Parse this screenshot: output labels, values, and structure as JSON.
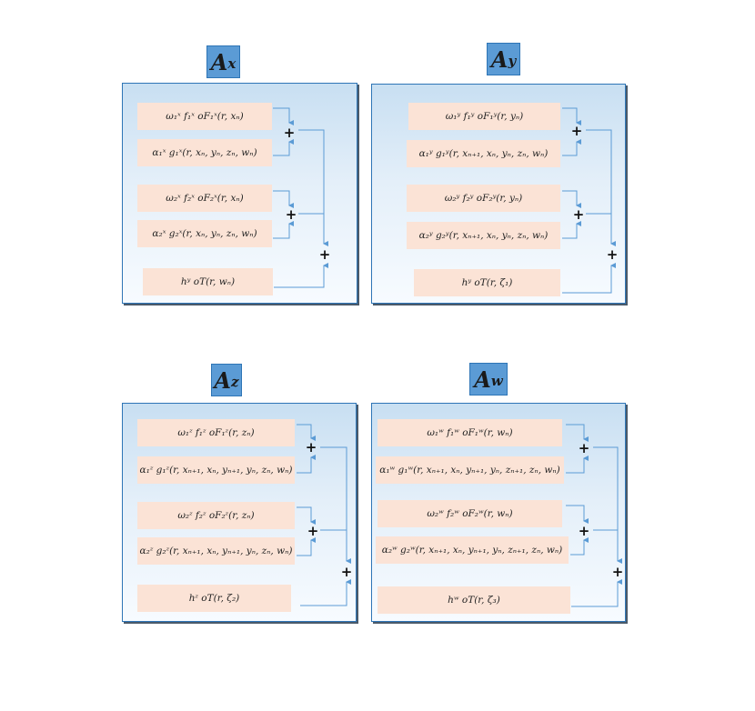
{
  "panels": {
    "x": {
      "title_main": "A",
      "title_sub": "x",
      "terms": [
        "ω₁ˣ f₁ˣ oF₁ˣ(r, xₙ)",
        "α₁ˣ g₁ˣ(r, xₙ, yₙ, zₙ, wₙ)",
        "ω₂ˣ f₂ˣ oF₂ˣ(r, xₙ)",
        "α₂ˣ g₂ˣ(r, xₙ, yₙ, zₙ, wₙ)",
        "hʸ oT(r, wₙ)"
      ],
      "plus": "+"
    },
    "y": {
      "title_main": "A",
      "title_sub": "y",
      "terms": [
        "ω₁ʸ f₁ʸ oF₁ʸ(r, yₙ)",
        "α₁ʸ g₁ʸ(r, xₙ₊₁, xₙ, yₙ, zₙ, wₙ)",
        "ω₂ʸ f₂ʸ oF₂ʸ(r, yₙ)",
        "α₂ʸ g₂ʸ(r, xₙ₊₁, xₙ, yₙ, zₙ, wₙ)",
        "hʸ oT(r, ζ₁)"
      ],
      "plus": "+"
    },
    "z": {
      "title_main": "A",
      "title_sub": "z",
      "terms": [
        "ω₁ᶻ f₁ᶻ oF₁ᶻ(r, zₙ)",
        "α₁ᶻ g₁ᶻ(r, xₙ₊₁, xₙ, yₙ₊₁, yₙ, zₙ, wₙ)",
        "ω₂ᶻ f₂ᶻ oF₂ᶻ(r, zₙ)",
        "α₂ᶻ g₂ᶻ(r, xₙ₊₁, xₙ, yₙ₊₁, yₙ, zₙ, wₙ)",
        "hᶻ oT(r, ζ₂)"
      ],
      "plus": "+"
    },
    "w": {
      "title_main": "A",
      "title_sub": "w",
      "terms": [
        "ω₁ʷ f₁ʷ oF₁ʷ(r, wₙ)",
        "α₁ʷ g₁ʷ(r, xₙ₊₁, xₙ, yₙ₊₁, yₙ, zₙ₊₁, zₙ, wₙ)",
        "ω₂ʷ f₂ʷ oF₂ʷ(r, wₙ)",
        "α₂ʷ g₂ʷ(r, xₙ₊₁, xₙ, yₙ₊₁, yₙ, zₙ₊₁, zₙ, wₙ)",
        "hʷ oT(r, ζ₃)"
      ],
      "plus": "+"
    }
  },
  "colors": {
    "title_fill": "#5b9bd5",
    "term_fill": "#fbe3d6",
    "connector": "#5b9bd5",
    "panel_border": "#2e75b6"
  }
}
